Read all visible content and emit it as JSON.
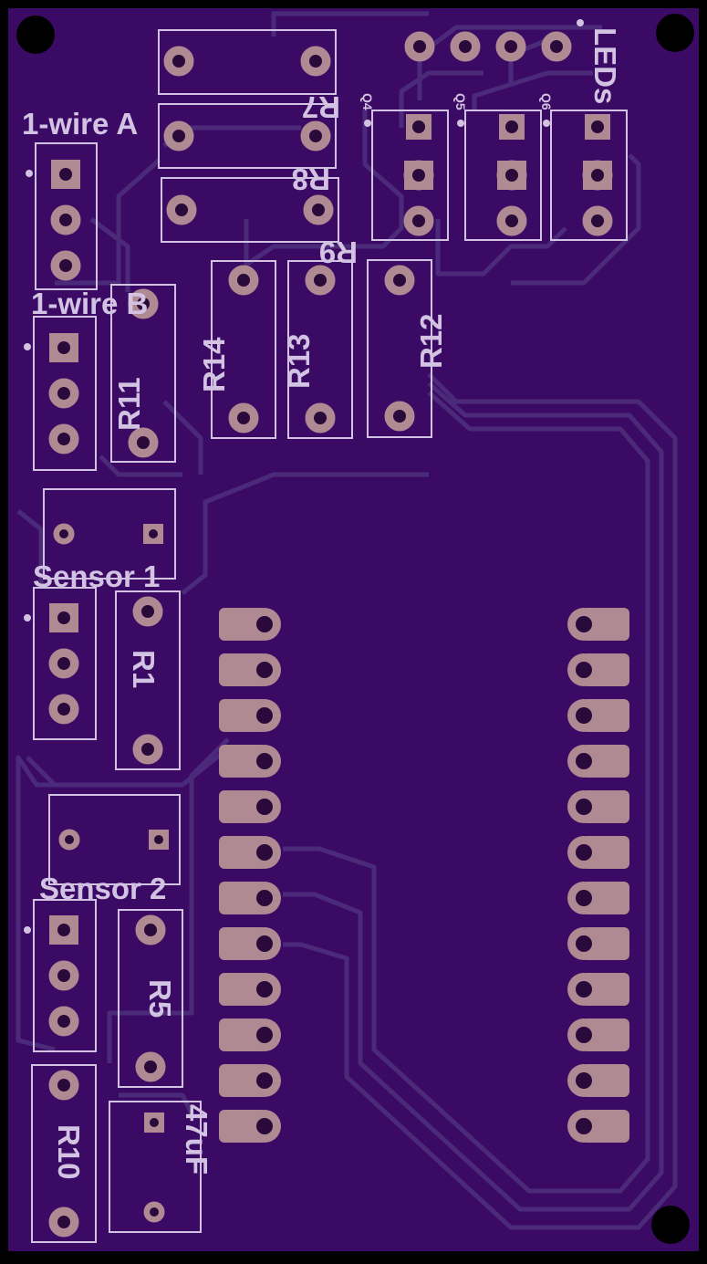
{
  "colors": {
    "board": "#3a0a64",
    "frame": "#000000",
    "trace": "#4c2a7a",
    "silk": "#d3c3e3",
    "pad": "#b08a93",
    "hole": "#2a0a3a",
    "mount": "#000000"
  },
  "labels": {
    "one_wire_a": "1-wire A",
    "one_wire_b": "1-wire B",
    "sensor_1": "Sensor 1",
    "sensor_2": "Sensor 2",
    "r1": "R1",
    "r5": "R5",
    "r7": "R7",
    "r8": "R8",
    "r9": "R9",
    "r10": "R10",
    "r11": "R11",
    "r12": "R12",
    "r13": "R13",
    "r14": "R14",
    "cap": "47uF",
    "leds": "LEDs",
    "q4": "Q4",
    "q5": "Q5",
    "q6": "Q6"
  }
}
